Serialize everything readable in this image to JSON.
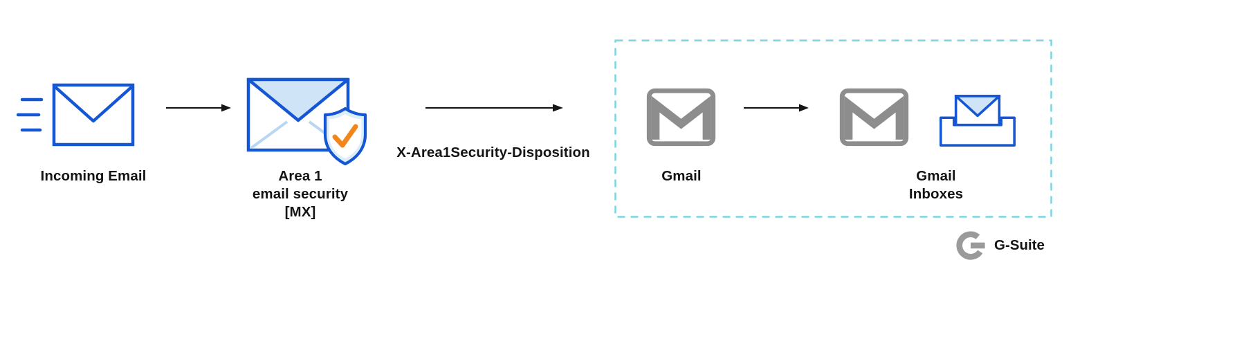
{
  "diagram": {
    "incoming": {
      "label": "Incoming Email"
    },
    "area1": {
      "line1": "Area 1",
      "line2": "email security",
      "line3": "[MX]"
    },
    "arrow2_label": "X-Area1Security-Disposition",
    "gmail": {
      "label": "Gmail"
    },
    "gmail_inboxes": {
      "label": "Gmail Inboxes"
    },
    "brand": {
      "label": "G-Suite"
    },
    "icons": {
      "incoming_envelope": "envelope-with-speed-lines-icon",
      "area1_shield": "envelope-shield-check-icon",
      "gmail": "gmail-m-envelope-icon",
      "inbox_tray": "envelope-in-tray-icon",
      "g_logo": "google-g-logo-icon"
    },
    "colors": {
      "envelope_blue": "#1556d4",
      "envelope_light_blue": "#cfe4f6",
      "shield_fill": "#ddeefb",
      "check_orange": "#f0861c",
      "gmail_gray": "#8d8d8d",
      "dashed_boundary_teal": "#7cd4e4",
      "arrow_black": "#151515",
      "text": "#141414",
      "brand_gray": "#9a9a9a"
    }
  }
}
